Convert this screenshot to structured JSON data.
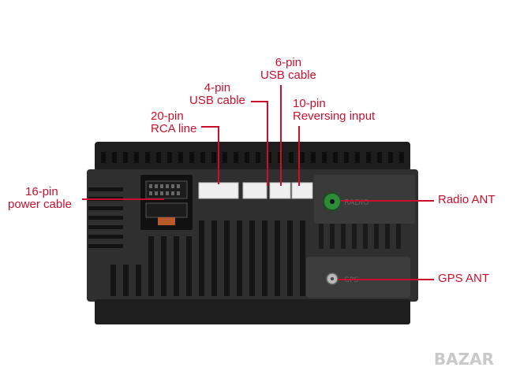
{
  "labels": {
    "six_pin": [
      "6-pin",
      "USB cable"
    ],
    "four_pin": [
      "4-pin",
      "USB cable"
    ],
    "ten_pin": [
      "10-pin",
      "Reversing input"
    ],
    "twenty_pin": [
      "20-pin",
      "RCA line"
    ],
    "sixteen_pin": [
      "16-pin",
      "power cable"
    ],
    "radio_ant": "Radio ANT",
    "gps_ant": "GPS ANT"
  },
  "unit": {
    "radio_marking": "RADIO",
    "gps_marking": "GPS"
  },
  "watermark": "BAZAR",
  "colors": {
    "annotation": "#c8102e",
    "housing": "#2a2a2a",
    "connector": "#eeeeee",
    "radio_port": "#2e8b3a"
  }
}
